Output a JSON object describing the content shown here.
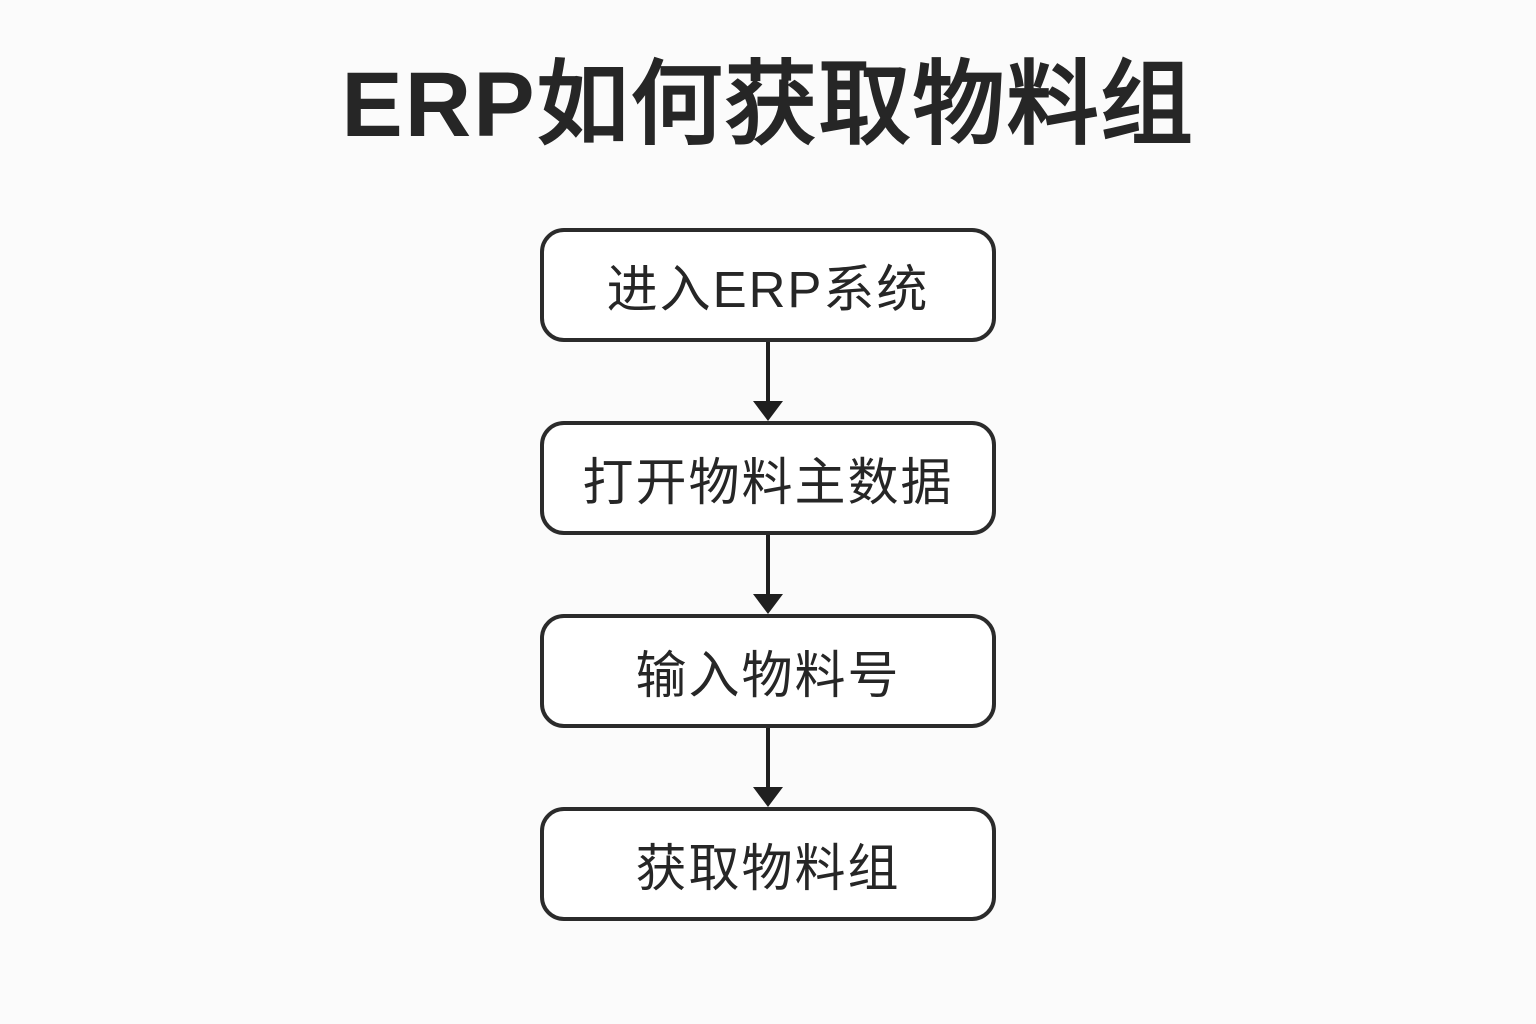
{
  "page": {
    "title": "ERP如何获取物料组"
  },
  "flowchart": {
    "steps": [
      {
        "label": "进入ERP系统"
      },
      {
        "label": "打开物料主数据"
      },
      {
        "label": "输入物料号"
      },
      {
        "label": "获取物料组"
      }
    ]
  },
  "colors": {
    "background": "#fbfbfb",
    "box_background": "#ffffff",
    "border": "#2b2b2b",
    "text": "#262626",
    "arrow": "#1f1f1f"
  }
}
